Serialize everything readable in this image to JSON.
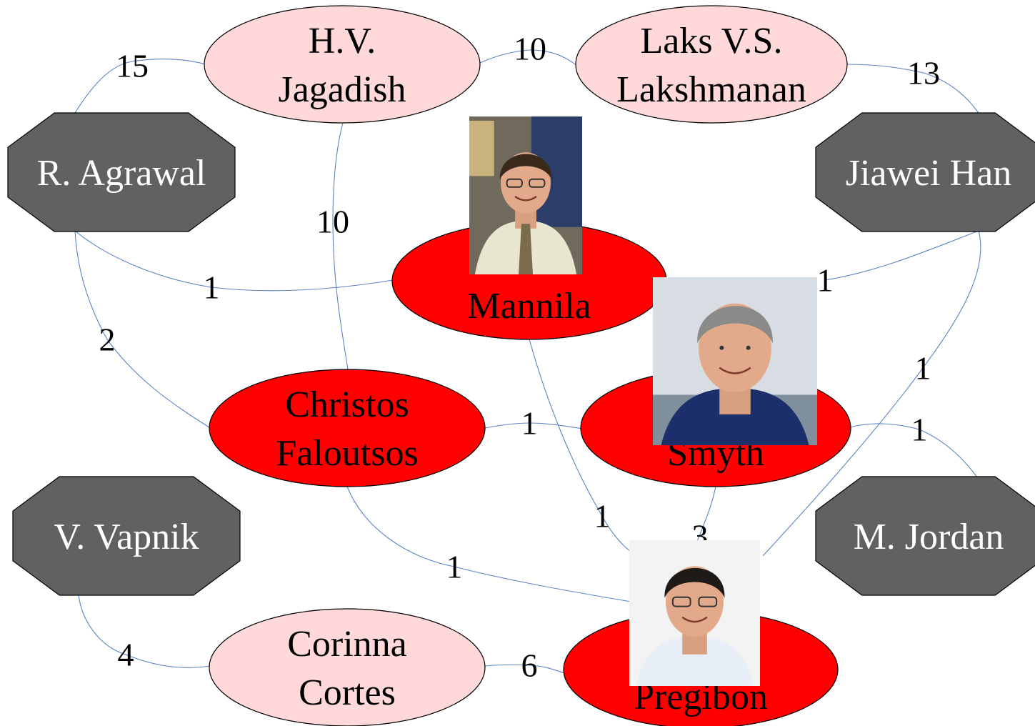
{
  "colors": {
    "core_fill": "#ff0000",
    "light_fill": "#ffd9d9",
    "octagon_fill": "#616161",
    "edge_stroke": "#5b84c4",
    "outline": "#000000",
    "octagon_text": "#ffffff",
    "ellipse_text": "#000000"
  },
  "nodes": {
    "jagadish": {
      "shape": "ellipse",
      "fill": "light",
      "lines": [
        "H.V.",
        "Jagadish"
      ]
    },
    "lakshmanan": {
      "shape": "ellipse",
      "fill": "light",
      "lines": [
        "Laks V.S.",
        "Lakshmanan"
      ]
    },
    "agrawal": {
      "shape": "octagon",
      "lines": [
        "R. Agrawal"
      ]
    },
    "han": {
      "shape": "octagon",
      "lines": [
        "Jiawei Han"
      ]
    },
    "mannila": {
      "shape": "ellipse",
      "fill": "core",
      "lines": [
        "Mannila"
      ],
      "photo_icon": "person-photo-icon"
    },
    "faloutsos": {
      "shape": "ellipse",
      "fill": "core",
      "lines": [
        "Christos",
        "Faloutsos"
      ]
    },
    "smyth": {
      "shape": "ellipse",
      "fill": "core",
      "lines": [
        "Smyth"
      ],
      "photo_icon": "person-photo-icon"
    },
    "vapnik": {
      "shape": "octagon",
      "lines": [
        "V. Vapnik"
      ]
    },
    "jordan": {
      "shape": "octagon",
      "lines": [
        "M. Jordan"
      ]
    },
    "cortes": {
      "shape": "ellipse",
      "fill": "light",
      "lines": [
        "Corinna",
        "Cortes"
      ]
    },
    "pregibon": {
      "shape": "ellipse",
      "fill": "core",
      "lines": [
        "Pregibon"
      ],
      "photo_icon": "person-photo-icon"
    }
  },
  "edges": [
    {
      "id": "agrawal-jagadish",
      "label": "15"
    },
    {
      "id": "jagadish-lakshmanan",
      "label": "10"
    },
    {
      "id": "lakshmanan-han",
      "label": "13"
    },
    {
      "id": "jagadish-faloutsos",
      "label": "10"
    },
    {
      "id": "agrawal-mannila",
      "label": "1"
    },
    {
      "id": "mannila-han",
      "label": "1"
    },
    {
      "id": "agrawal-faloutsos",
      "label": "2"
    },
    {
      "id": "faloutsos-smyth",
      "label": "1"
    },
    {
      "id": "smyth-jordan",
      "label": "1"
    },
    {
      "id": "han-pregibon",
      "label": "1"
    },
    {
      "id": "mannila-pregibon",
      "label": "1"
    },
    {
      "id": "smyth-pregibon",
      "label": "3"
    },
    {
      "id": "faloutsos-pregibon",
      "label": "1"
    },
    {
      "id": "vapnik-cortes",
      "label": "4"
    },
    {
      "id": "cortes-pregibon",
      "label": "6"
    }
  ]
}
